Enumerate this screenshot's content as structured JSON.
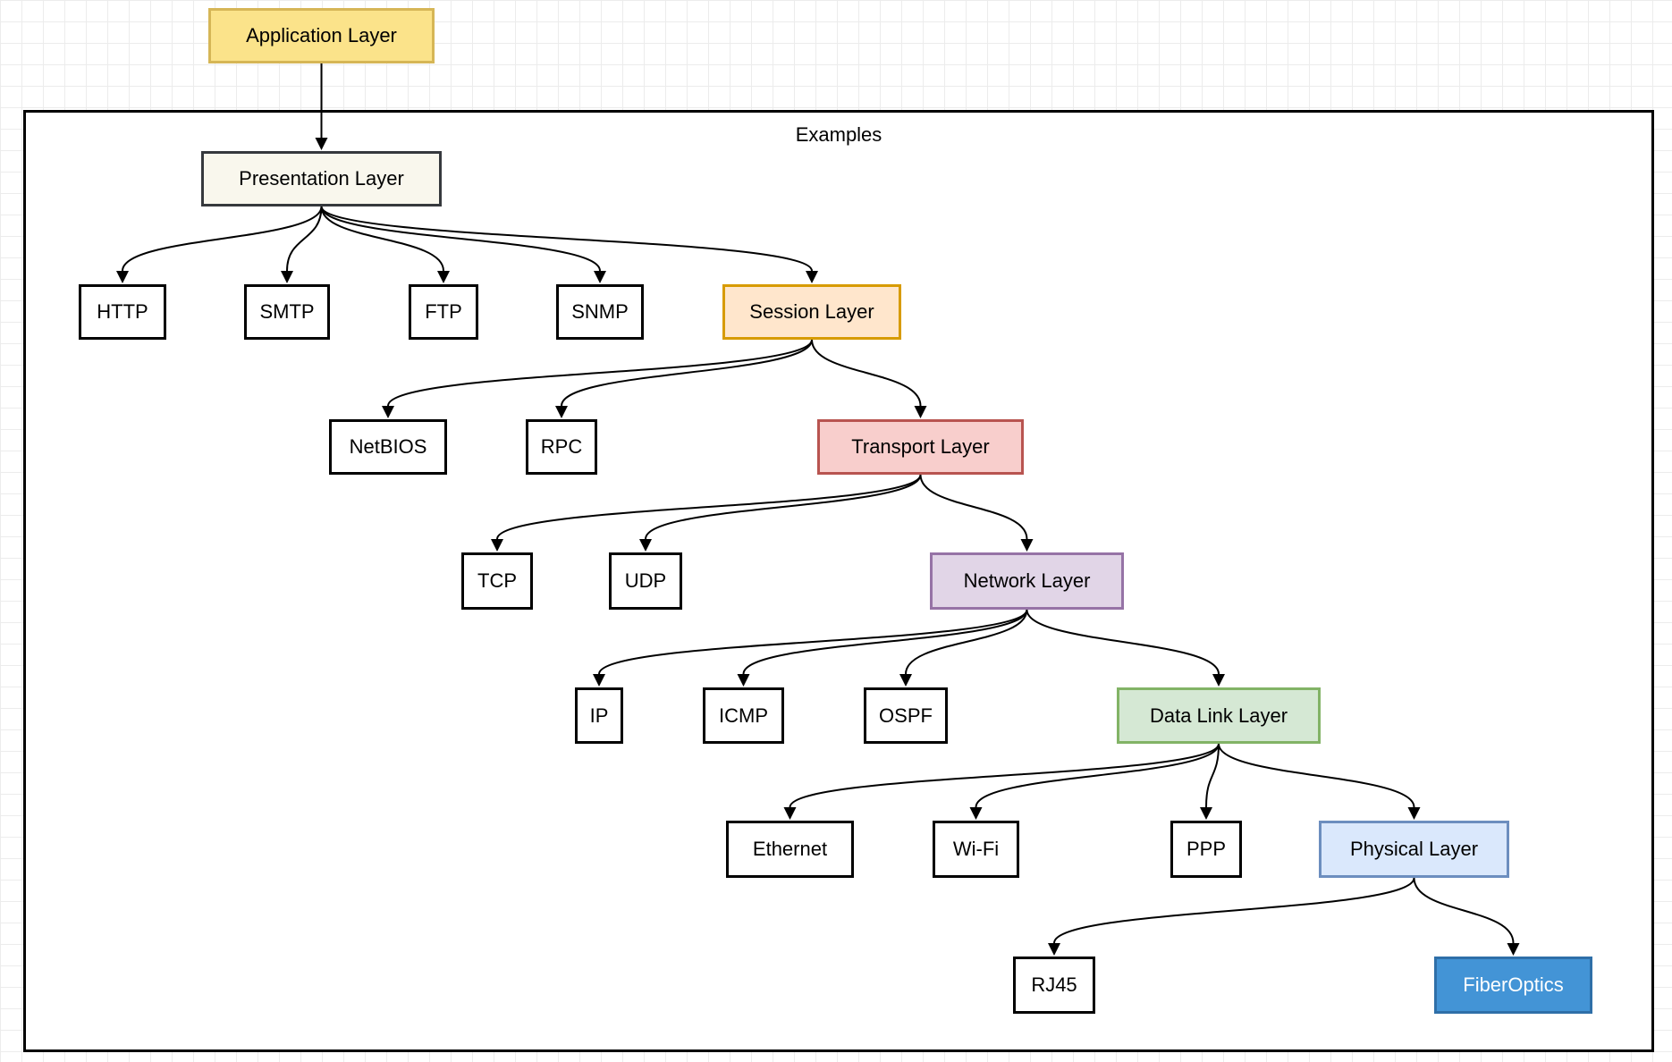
{
  "diagram": {
    "container_label": "Examples",
    "nodes": {
      "application": {
        "label": "Application Layer",
        "fill": "#fbe38a",
        "stroke": "#d6b656"
      },
      "presentation": {
        "label": "Presentation Layer",
        "fill": "#f9f7ed",
        "stroke": "#36393d"
      },
      "http": {
        "label": "HTTP"
      },
      "smtp": {
        "label": "SMTP"
      },
      "ftp": {
        "label": "FTP"
      },
      "snmp": {
        "label": "SNMP"
      },
      "session": {
        "label": "Session Layer",
        "fill": "#ffe6cc",
        "stroke": "#d79b00"
      },
      "netbios": {
        "label": "NetBIOS"
      },
      "rpc": {
        "label": "RPC"
      },
      "transport": {
        "label": "Transport Layer",
        "fill": "#f8cecc",
        "stroke": "#b85450"
      },
      "tcp": {
        "label": "TCP"
      },
      "udp": {
        "label": "UDP"
      },
      "network": {
        "label": "Network Layer",
        "fill": "#e1d5e7",
        "stroke": "#9673a6"
      },
      "ip": {
        "label": "IP"
      },
      "icmp": {
        "label": "ICMP"
      },
      "ospf": {
        "label": "OSPF"
      },
      "datalink": {
        "label": "Data Link Layer",
        "fill": "#d5e8d4",
        "stroke": "#82b366"
      },
      "ethernet": {
        "label": "Ethernet"
      },
      "wifi": {
        "label": "Wi-Fi"
      },
      "ppp": {
        "label": "PPP"
      },
      "physical": {
        "label": "Physical Layer",
        "fill": "#dae8fc",
        "stroke": "#6c8ebf"
      },
      "rj45": {
        "label": "RJ45"
      },
      "fiberoptics": {
        "label": "FiberOptics",
        "fill": "#4394d6",
        "stroke": "#2f6fa8",
        "text_color": "#ffffff"
      }
    },
    "edges": [
      [
        "application",
        "presentation"
      ],
      [
        "presentation",
        "http"
      ],
      [
        "presentation",
        "smtp"
      ],
      [
        "presentation",
        "ftp"
      ],
      [
        "presentation",
        "snmp"
      ],
      [
        "presentation",
        "session"
      ],
      [
        "session",
        "netbios"
      ],
      [
        "session",
        "rpc"
      ],
      [
        "session",
        "transport"
      ],
      [
        "transport",
        "tcp"
      ],
      [
        "transport",
        "udp"
      ],
      [
        "transport",
        "network"
      ],
      [
        "network",
        "ip"
      ],
      [
        "network",
        "icmp"
      ],
      [
        "network",
        "ospf"
      ],
      [
        "network",
        "datalink"
      ],
      [
        "datalink",
        "ethernet"
      ],
      [
        "datalink",
        "wifi"
      ],
      [
        "datalink",
        "ppp"
      ],
      [
        "datalink",
        "physical"
      ],
      [
        "physical",
        "rj45"
      ],
      [
        "physical",
        "fiberoptics"
      ]
    ]
  }
}
